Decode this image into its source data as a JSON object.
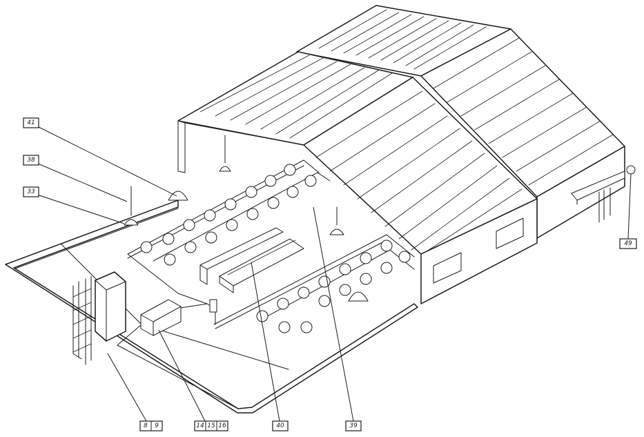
{
  "callouts": [
    {
      "id": "c41",
      "label": "41"
    },
    {
      "id": "c38",
      "label": "38"
    },
    {
      "id": "c33",
      "label": "33"
    },
    {
      "id": "c49",
      "label": "49"
    },
    {
      "id": "c8",
      "label": "8"
    },
    {
      "id": "c9",
      "label": "9"
    },
    {
      "id": "c14",
      "label": "14"
    },
    {
      "id": "c15",
      "label": "15"
    },
    {
      "id": "c16",
      "label": "16"
    },
    {
      "id": "c40",
      "label": "40"
    },
    {
      "id": "c39",
      "label": "39"
    }
  ]
}
